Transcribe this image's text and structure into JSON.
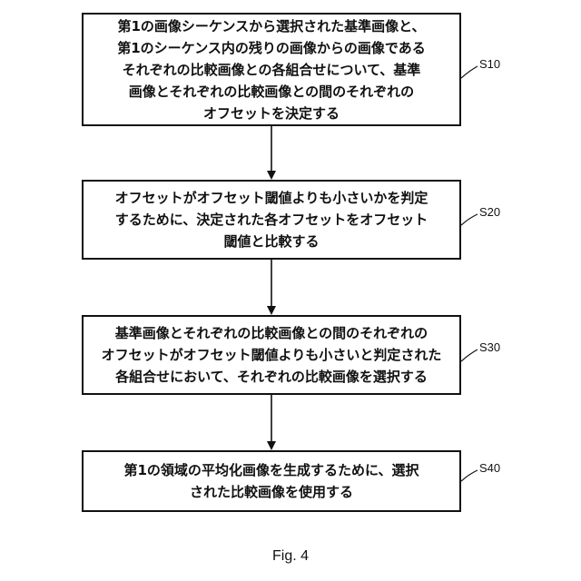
{
  "steps": [
    {
      "id": "S10",
      "lines": [
        "第1の画像シーケンスから選択された基準画像と、",
        "第1のシーケンス内の残りの画像からの画像である",
        "それぞれの比較画像との各組合せについて、基準",
        "画像とそれぞれの比較画像との間のそれぞれの",
        "オフセットを決定する"
      ]
    },
    {
      "id": "S20",
      "lines": [
        "オフセットがオフセット閾値よりも小さいかを判定",
        "するために、決定された各オフセットをオフセット",
        "閾値と比較する"
      ]
    },
    {
      "id": "S30",
      "lines": [
        "基準画像とそれぞれの比較画像との間のそれぞれの",
        "オフセットがオフセット閾値よりも小さいと判定された",
        "各組合せにおいて、それぞれの比較画像を選択する"
      ]
    },
    {
      "id": "S40",
      "lines": [
        "第1の領域の平均化画像を生成するために、選択",
        "された比較画像を使用する"
      ]
    }
  ],
  "caption": "Fig. 4"
}
